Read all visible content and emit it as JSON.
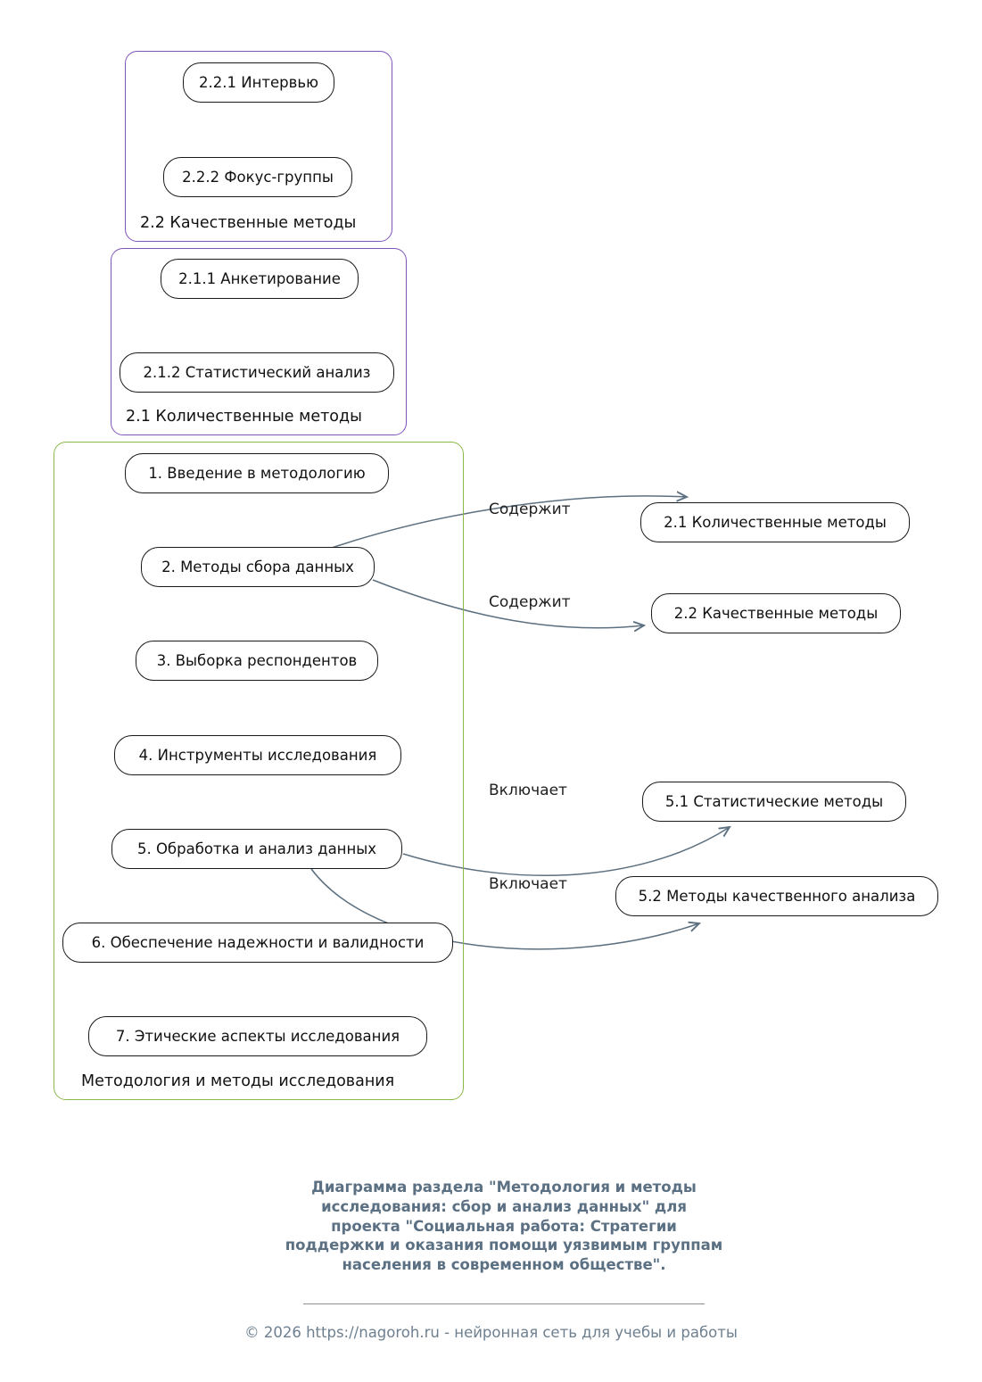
{
  "groups": {
    "qualitative": {
      "label": "2.2 Качественные методы",
      "nodes": {
        "interview": "2.2.1 Интервью",
        "focus_groups": "2.2.2 Фокус-группы"
      }
    },
    "quantitative": {
      "label": "2.1 Количественные методы",
      "nodes": {
        "survey": "2.1.1 Анкетирование",
        "statistical_analysis": "2.1.2 Статистический анализ"
      }
    },
    "methodology": {
      "label": "Методология и методы исследования",
      "nodes": {
        "n1": "1. Введение в методологию",
        "n2": "2. Методы сбора данных",
        "n3": "3. Выборка респондентов",
        "n4": "4. Инструменты исследования",
        "n5": "5. Обработка и анализ данных",
        "n6": "6. Обеспечение надежности и валидности",
        "n7": "7. Этические аспекты исследования"
      }
    }
  },
  "standalone_nodes": {
    "quant": "2.1 Количественные методы",
    "qual": "2.2 Качественные методы",
    "stat": "5.1 Статистические методы",
    "qual_analysis": "5.2 Методы качественного анализа"
  },
  "edges": {
    "e1": {
      "label": "Содержит",
      "from": "2. Методы сбора данных",
      "to": "2.1 Количественные методы"
    },
    "e2": {
      "label": "Содержит",
      "from": "2. Методы сбора данных",
      "to": "2.2 Качественные методы"
    },
    "e3": {
      "label": "Включает",
      "from": "5. Обработка и анализ данных",
      "to": "5.1 Статистические методы"
    },
    "e4": {
      "label": "Включает",
      "from": "5. Обработка и анализ данных",
      "to": "5.2 Методы качественного анализа"
    }
  },
  "caption": "Диаграмма раздела \"Методология и методы\nисследования: сбор и анализ данных\" для\nпроекта \"Социальная работа: Стратегии\nподдержки и оказания помощи уязвимым группам\nнаселения в современном обществе\".",
  "footer": "© 2026 https://nagoroh.ru - нейронная сеть для учебы и работы",
  "colors": {
    "group_purple": "#7d55b8",
    "group_green": "#8cb84b",
    "edge": "#5c7080",
    "caption": "#5b7083",
    "node_border": "#1a1a1a"
  }
}
